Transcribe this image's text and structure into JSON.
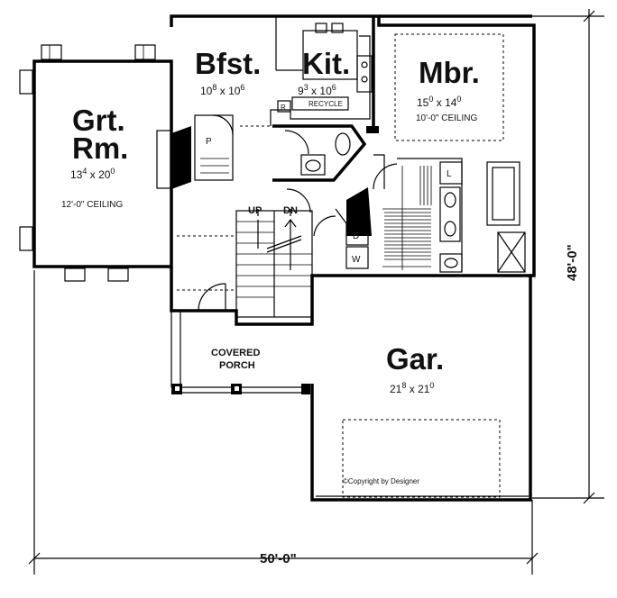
{
  "rooms": {
    "great_room": {
      "name_line1": "Grt.",
      "name_line2": "Rm.",
      "dim_a": "13",
      "dim_a_sup": "4",
      "dim_b": "20",
      "dim_b_sup": "0",
      "ceiling": "12'-0\" CEILING"
    },
    "breakfast": {
      "name": "Bfst.",
      "dim_a": "10",
      "dim_a_sup": "8",
      "dim_b": "10",
      "dim_b_sup": "6"
    },
    "kitchen": {
      "name": "Kit.",
      "dim_a": "9",
      "dim_a_sup": "3",
      "dim_b": "10",
      "dim_b_sup": "6",
      "recycle": "RECYCLE",
      "r_label": "R"
    },
    "master_bedroom": {
      "name": "Mbr.",
      "dim_a": "15",
      "dim_a_sup": "0",
      "dim_b": "14",
      "dim_b_sup": "0",
      "ceiling": "10'-0\" CEILING"
    },
    "garage": {
      "name": "Gar.",
      "dim_a": "21",
      "dim_a_sup": "8",
      "dim_b": "21",
      "dim_b_sup": "0"
    },
    "covered_porch": {
      "line1": "COVERED",
      "line2": "PORCH"
    }
  },
  "labels": {
    "stair_up": "UP",
    "stair_down": "DN",
    "pantry": "P",
    "dryer": "D",
    "washer": "W",
    "linen": "L",
    "times": "x",
    "copyright": "©Copyright by Designer"
  },
  "dimensions": {
    "overall_width": "50'-0\"",
    "overall_depth": "48'-0\""
  }
}
